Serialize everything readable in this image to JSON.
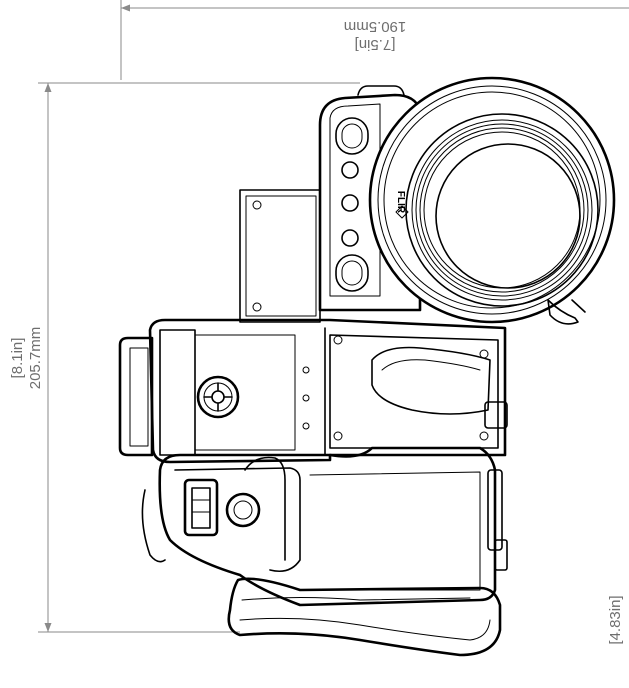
{
  "dimensions": {
    "width_mm": "190.5mm",
    "width_in": "[7.5in]",
    "height_mm": "205.7mm",
    "height_in": "[8.1in]",
    "depth_in": "[4.83in]"
  },
  "brand": {
    "logo_text": "FLIR"
  }
}
